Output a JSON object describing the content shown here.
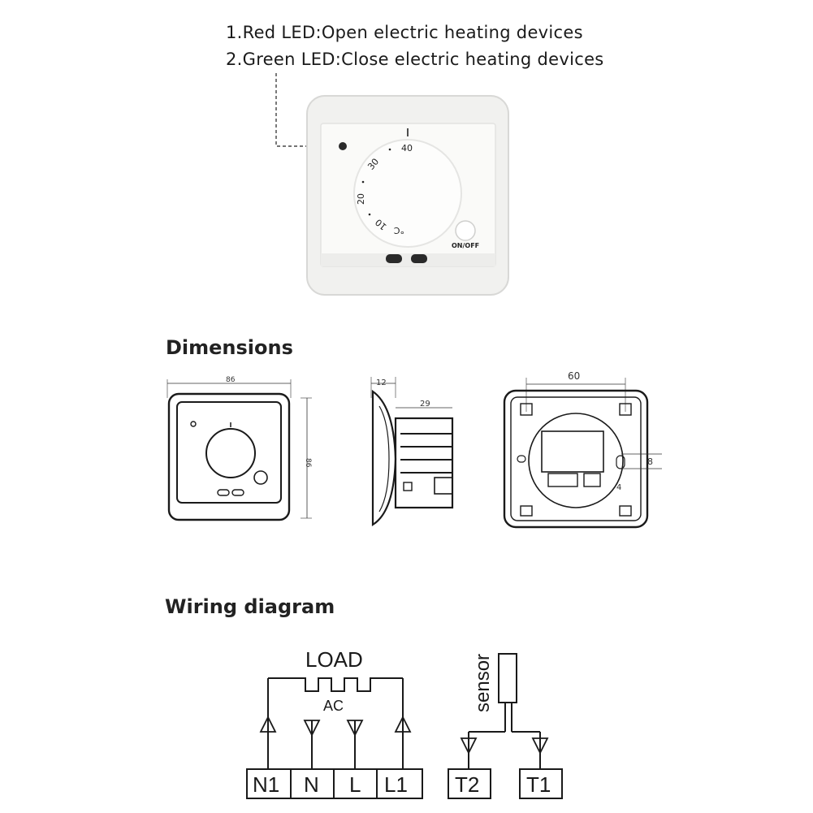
{
  "notes": {
    "red_led": "1.Red LED:Open electric heating devices",
    "green_led": "2.Green LED:Close electric heating devices"
  },
  "photo": {
    "dial_ticks": [
      "40",
      "30",
      "20",
      "10",
      "°C"
    ],
    "onoff_label": "ON/OFF"
  },
  "dimensions": {
    "heading": "Dimensions",
    "front_width": "86",
    "front_height": "86",
    "side_depth_front": "12",
    "side_depth_back": "29",
    "back_spacing": "60",
    "back_slot_a": "8",
    "back_slot_b": "4"
  },
  "wiring": {
    "heading": "Wiring diagram",
    "load_label": "LOAD",
    "ac_label": "AC",
    "sensor_label": "sensor",
    "terminals": [
      "N1",
      "N",
      "L",
      "L1",
      "T2",
      "T1"
    ]
  },
  "colors": {
    "line": "#1a1a1a",
    "panel_bg": "#f4f4f2",
    "led": "#2a2a2a"
  }
}
